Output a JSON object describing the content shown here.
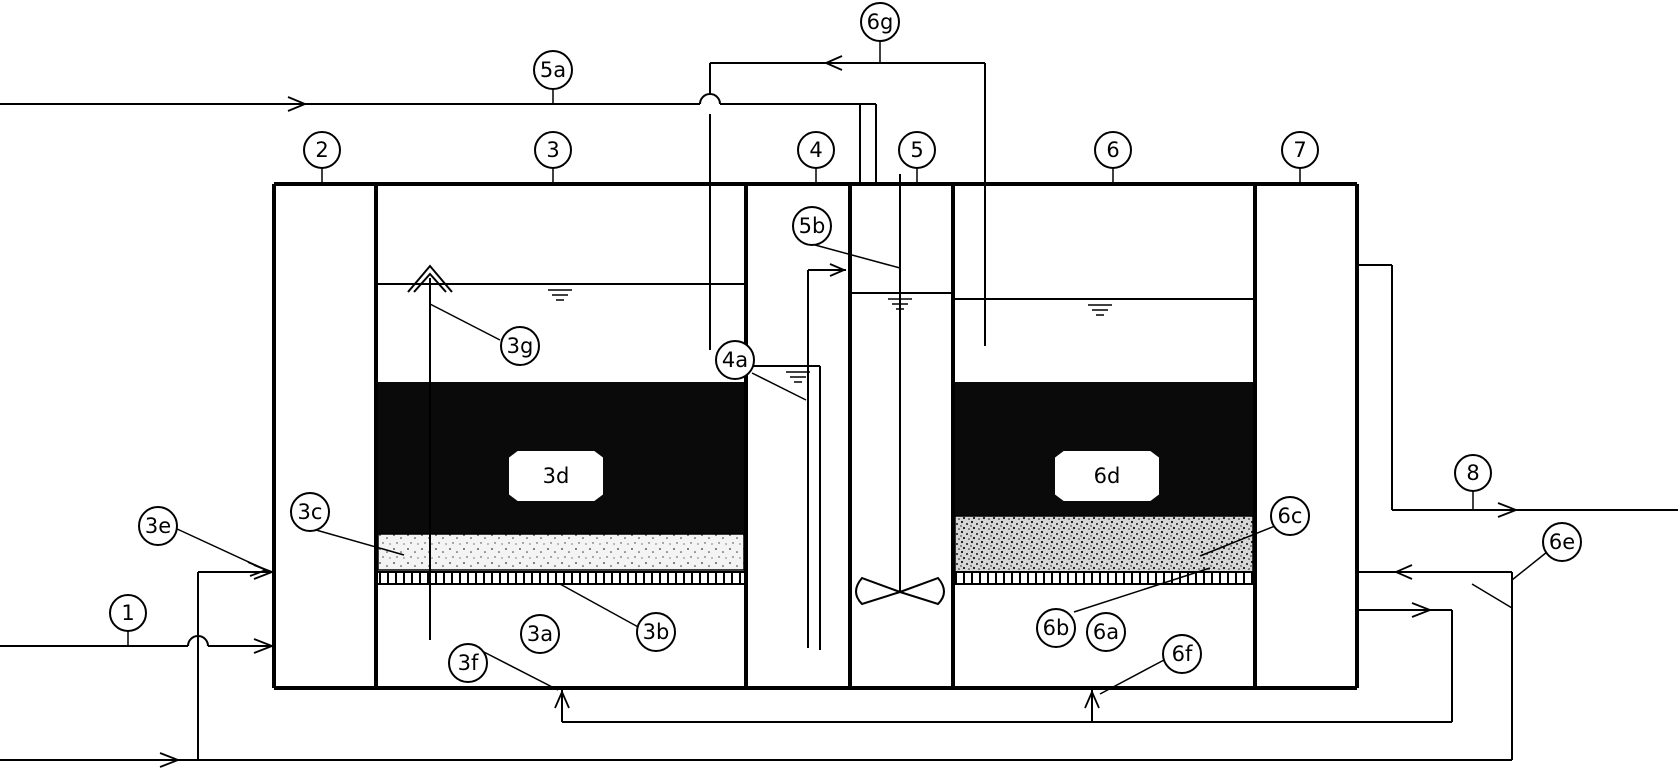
{
  "labels": {
    "n1": "1",
    "n2": "2",
    "n3": "3",
    "n4": "4",
    "n5": "5",
    "n6": "6",
    "n7": "7",
    "n8": "8",
    "n3a": "3a",
    "n3b": "3b",
    "n3c": "3c",
    "n3d": "3d",
    "n3e": "3e",
    "n3f": "3f",
    "n3g": "3g",
    "n4a": "4a",
    "n5a": "5a",
    "n5b": "5b",
    "n6a": "6a",
    "n6b": "6b",
    "n6c": "6c",
    "n6d": "6d",
    "n6e": "6e",
    "n6f": "6f",
    "n6g": "6g"
  },
  "colors": {
    "line": "#000000",
    "background": "#ffffff",
    "carrier_fill": "#0a0a0a",
    "sand_light": "#f2f2f2",
    "sand_dark": "#c8c8c8"
  },
  "symbols": [
    "water-level-icon",
    "stirrer-icon",
    "vent-arrow-icon",
    "flow-arrow-icon"
  ]
}
